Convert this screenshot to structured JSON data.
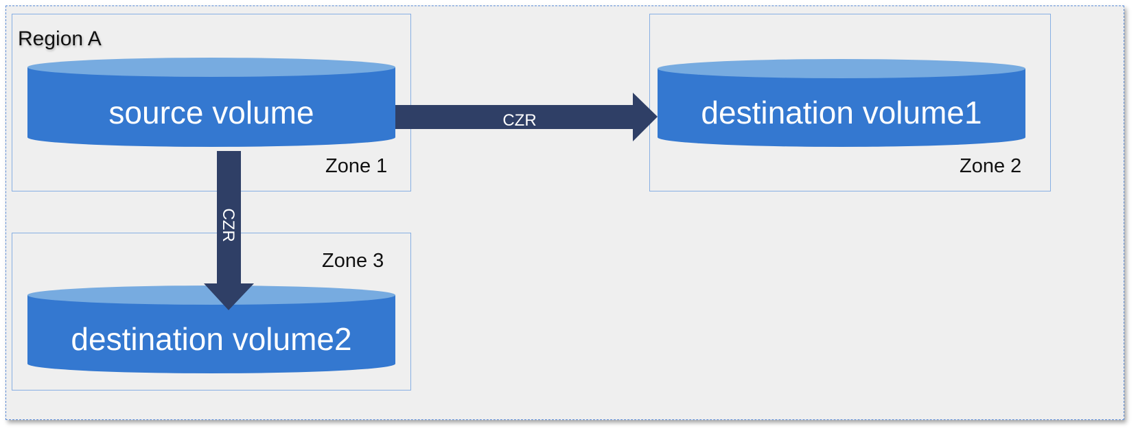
{
  "region": {
    "label": "Region A"
  },
  "zones": {
    "zone1": {
      "label": "Zone 1"
    },
    "zone2": {
      "label": "Zone 2"
    },
    "zone3": {
      "label": "Zone 3"
    }
  },
  "volumes": {
    "source": {
      "label": "source volume"
    },
    "destination1": {
      "label": "destination volume1"
    },
    "destination2": {
      "label": "destination volume2"
    }
  },
  "arrows": {
    "to_destination1": {
      "label": "CZR"
    },
    "to_destination2": {
      "label": "CZR"
    }
  },
  "colors": {
    "cylinder_body": "#3478d0",
    "cylinder_top": "#77abe0",
    "arrow": "#2f3f66",
    "zone_border": "#86aee3",
    "region_border": "#5b8bd6",
    "region_fill": "#efefef"
  }
}
